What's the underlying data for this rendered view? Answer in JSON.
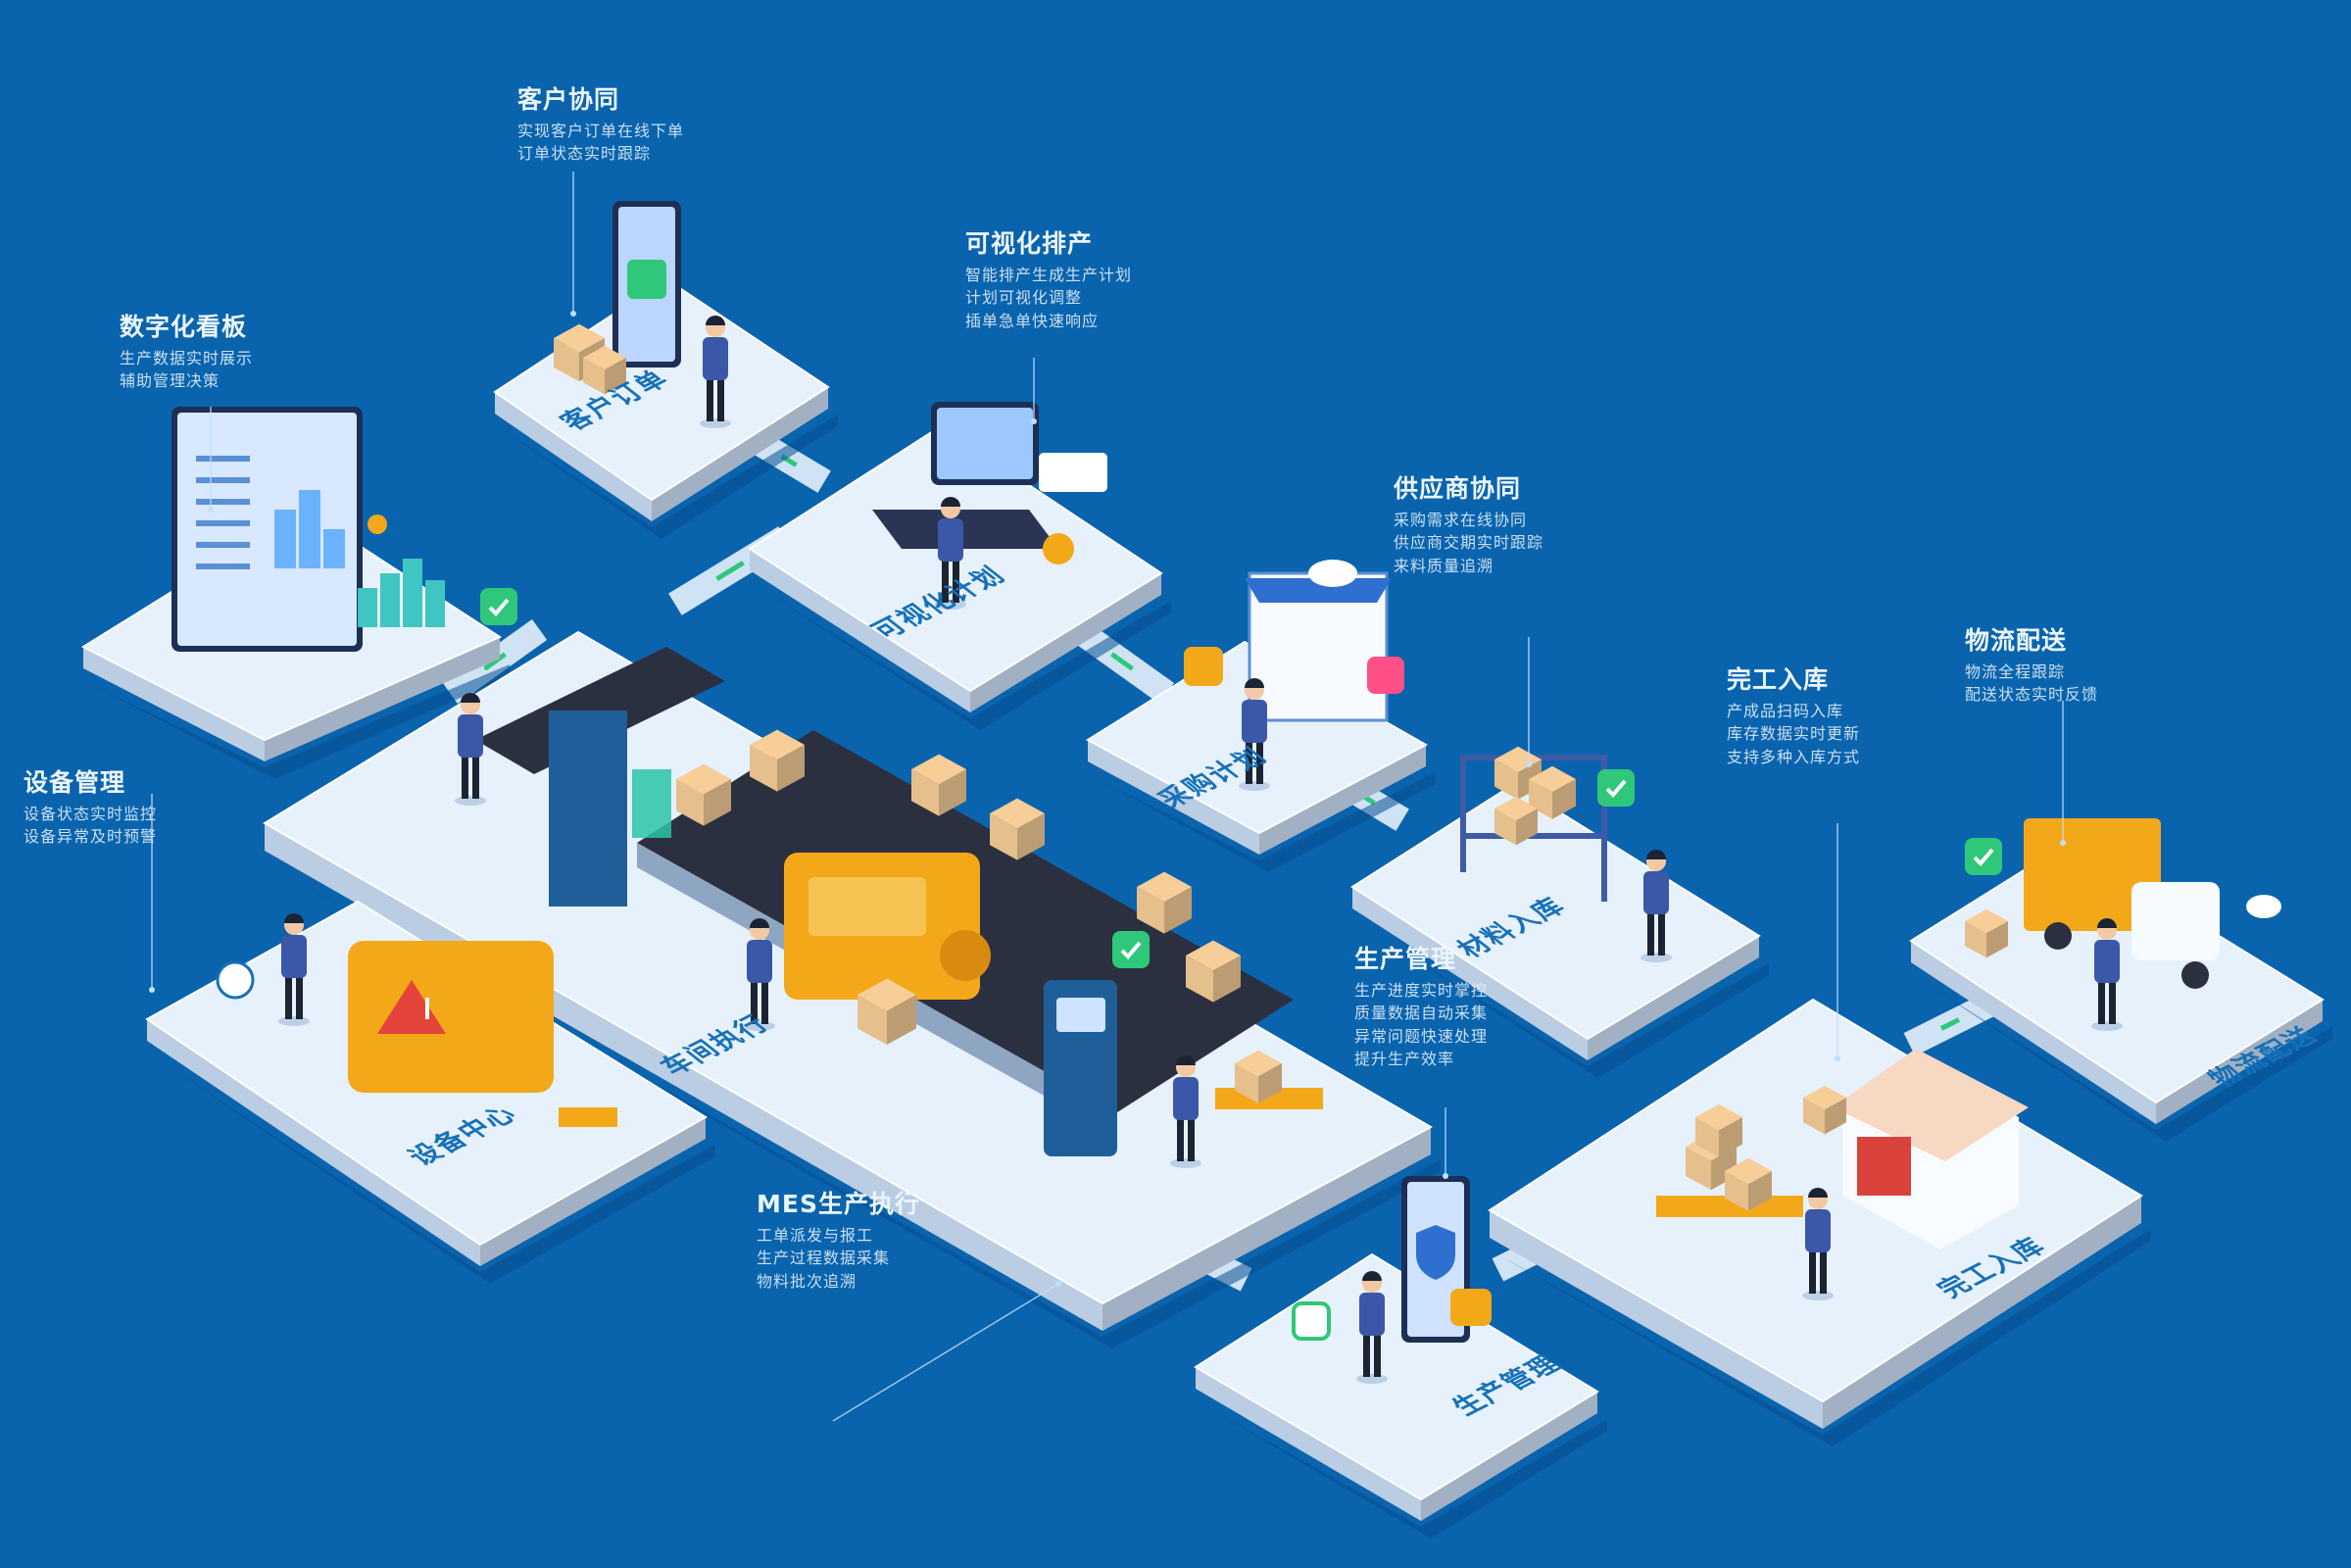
{
  "palette": {
    "background": "#0a63ad",
    "platform_top": "#e6f1fb",
    "platform_side": "#c4d8ee",
    "accent_yellow": "#f3a81a",
    "accent_green": "#2fc87a",
    "worker_shirt": "#3b57a8",
    "box": "#e5bf8c"
  },
  "platform_labels": {
    "customer_order": "客户订单",
    "visual_plan": "可视化计划",
    "main_line": "车间执行",
    "equipment": "设备中心",
    "planning": "采购计划",
    "material_in": "材料入库",
    "product_in": "完工入库",
    "logistics": "物流配送",
    "quality": "生产管理"
  },
  "callouts": {
    "customer_collab": {
      "title": "客户协同",
      "lines": [
        "实现客户订单在线下单",
        "订单状态实时跟踪"
      ]
    },
    "digital_board": {
      "title": "数字化看板",
      "lines": [
        "生产数据实时展示",
        "辅助管理决策"
      ]
    },
    "visual_scheduling": {
      "title": "可视化排产",
      "lines": [
        "智能排产生成生产计划",
        "计划可视化调整",
        "插单急单快速响应"
      ]
    },
    "supplier_collab": {
      "title": "供应商协同",
      "lines": [
        "采购需求在线协同",
        "供应商交期实时跟踪",
        "来料质量追溯"
      ]
    },
    "equipment_mgmt": {
      "title": "设备管理",
      "lines": [
        "设备状态实时监控",
        "设备异常及时预警"
      ]
    },
    "finished_goods": {
      "title": "完工入库",
      "lines": [
        "产成品扫码入库",
        "库存数据实时更新",
        "支持多种入库方式"
      ]
    },
    "logistics": {
      "title": "物流配送",
      "lines": [
        "物流全程跟踪",
        "配送状态实时反馈"
      ]
    },
    "production_mgmt": {
      "title": "生产管理",
      "lines": [
        "生产进度实时掌控",
        "质量数据自动采集",
        "异常问题快速处理",
        "提升生产效率"
      ]
    },
    "mes_execution": {
      "title": "MES生产执行",
      "lines": [
        "工单派发与报工",
        "生产过程数据采集",
        "物料批次追溯"
      ]
    }
  }
}
